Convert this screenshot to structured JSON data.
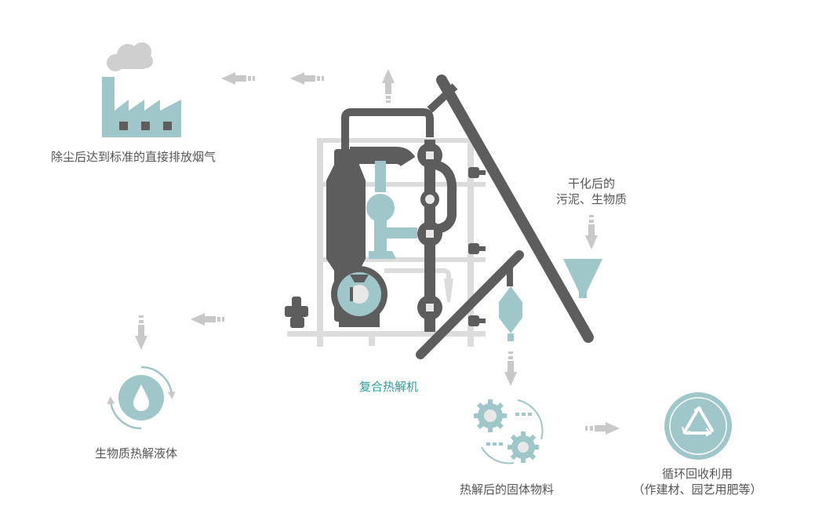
{
  "colors": {
    "dark": "#5d5d5d",
    "teal": "#9fc6c8",
    "teal_dark": "#2e9c9f",
    "frame": "#dcdcdc",
    "arrow": "#c8c8c8",
    "text": "#555555"
  },
  "labels": {
    "exhaust": "除尘后达到标准的直接排放烟气",
    "sludge_line1": "干化后的",
    "sludge_line2": "污泥、生物质",
    "machine": "复合热解机",
    "liquid": "生物质热解液体",
    "solid": "热解后的固体物料",
    "recycle_line1": "循环回收利用",
    "recycle_line2": "（作建材、园艺用肥等）"
  },
  "icons": {
    "factory": "factory-icon",
    "smoke": "smoke-cloud-icon",
    "droplet": "droplet-cycle-icon",
    "gears": "gears-icon",
    "recycle": "recycle-icon",
    "machine": "pyrolysis-machine-illustration"
  }
}
